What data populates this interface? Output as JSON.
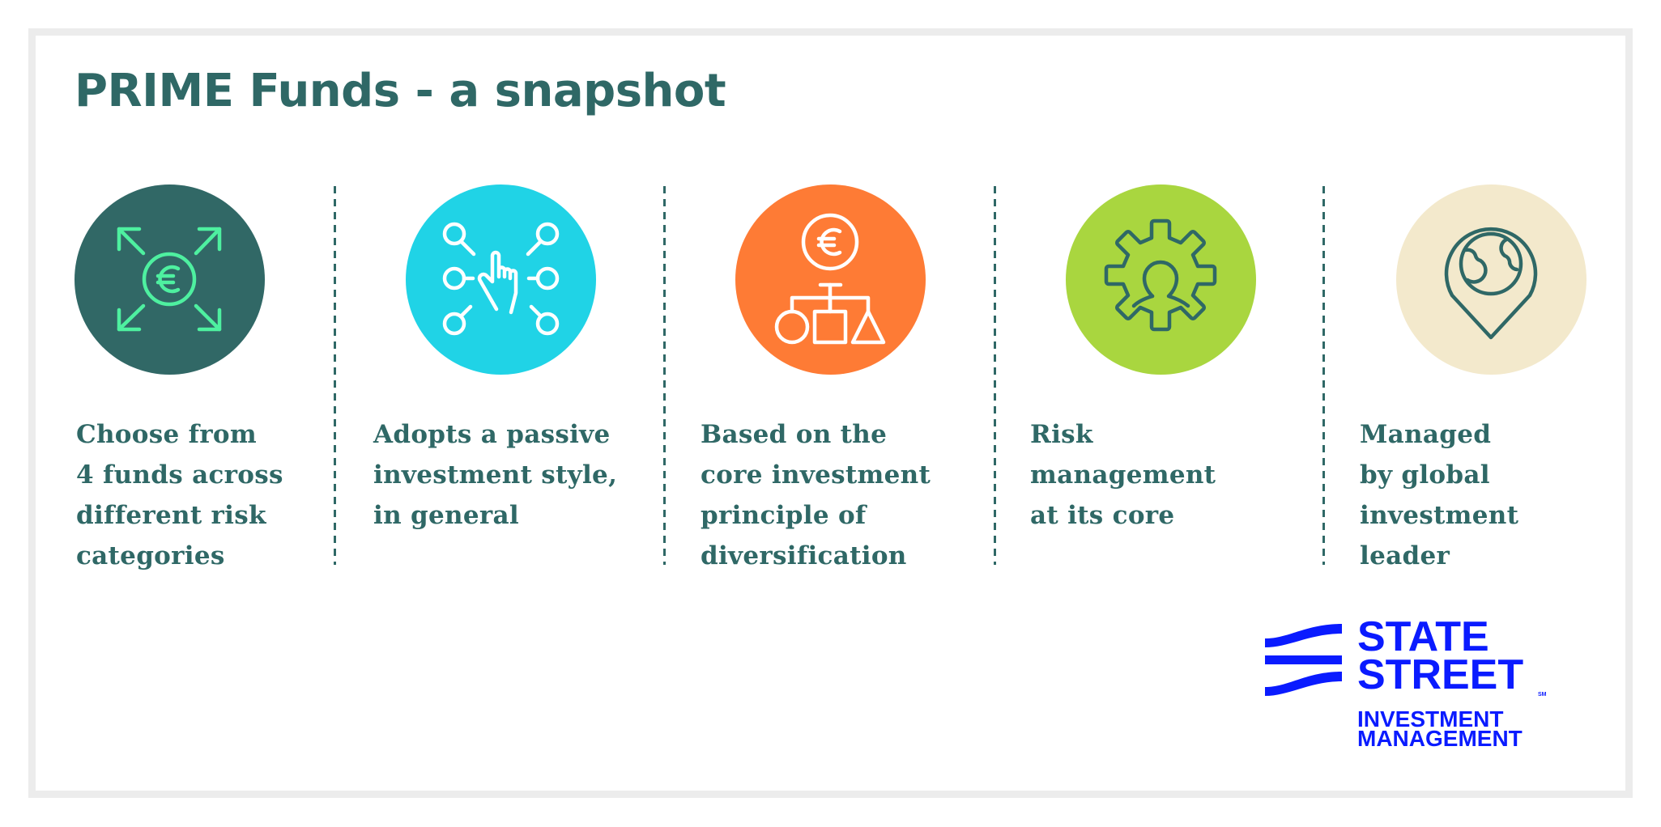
{
  "header": {
    "title": "PRIME Funds - a snapshot"
  },
  "colors": {
    "text": "#2f6866",
    "frame": "#ececec",
    "brand_blue": "#0a1bff",
    "circle_1": "#316866",
    "circle_2": "#20d3e6",
    "circle_3": "#fe7b35",
    "circle_4": "#a9d63f",
    "circle_5": "#f3e9cc",
    "icon_1": "#4ef0a0",
    "icon_2": "#ffffff",
    "icon_3": "#ffffff",
    "icon_4": "#2f6866",
    "icon_5": "#2f6866"
  },
  "features": [
    {
      "icon": "euro-expand-arrows-icon",
      "lines": [
        "Choose from",
        "4 funds across",
        "different risk",
        "categories"
      ]
    },
    {
      "icon": "hand-pointer-network-icon",
      "lines": [
        "Adopts a passive",
        "investment style,",
        "in general"
      ]
    },
    {
      "icon": "euro-diversification-tree-icon",
      "lines": [
        "Based on the",
        "core investment",
        "principle of",
        "diversification"
      ]
    },
    {
      "icon": "gear-person-icon",
      "lines": [
        "Risk",
        "management",
        "at its core"
      ]
    },
    {
      "icon": "globe-location-pin-icon",
      "lines": [
        "Managed",
        "by global",
        "investment",
        "leader"
      ]
    }
  ],
  "logo": {
    "line1": "STATE",
    "line2": "STREET",
    "service_mark": "SM",
    "line3": "INVESTMENT",
    "line4": "MANAGEMENT"
  }
}
